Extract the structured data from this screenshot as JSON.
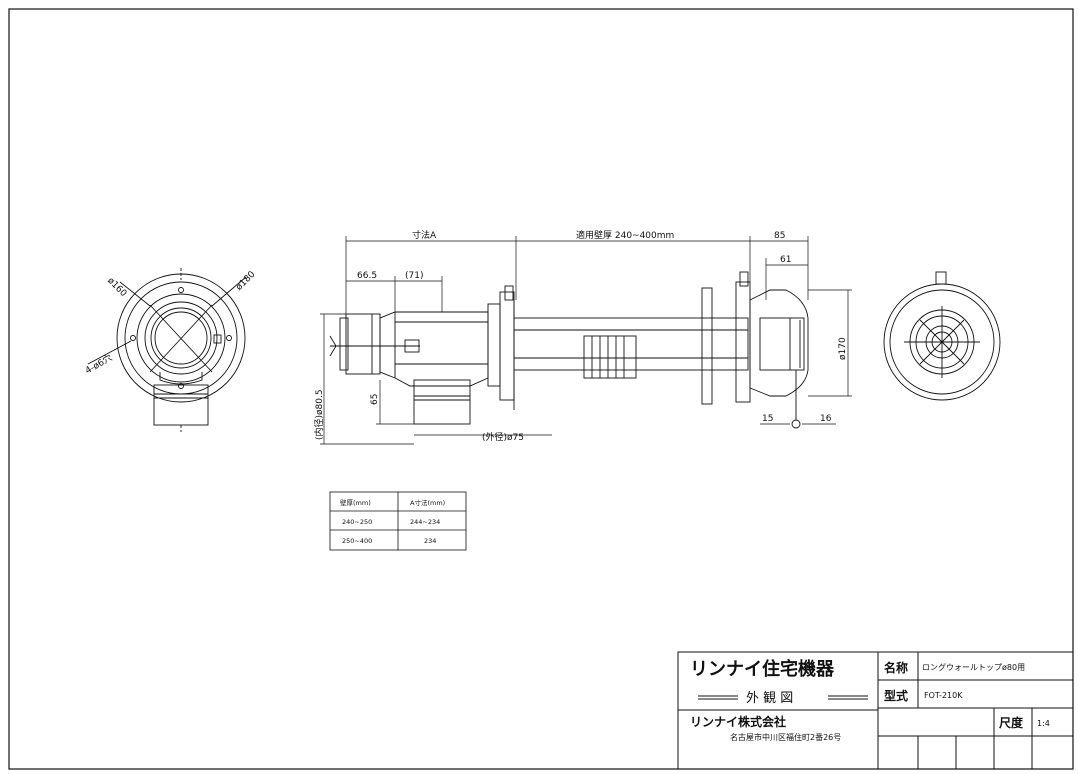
{
  "dimensions": {
    "phi160": "ø160",
    "phi180": "ø180",
    "holes": "4-ø6穴",
    "dim_a": "寸法A",
    "wall_range": "適用壁厚 240~400mm",
    "d85": "85",
    "d61": "61",
    "d66_5": "66.5",
    "d71": "(71)",
    "inner_dia": "(内径)ø80.5",
    "d65": "65",
    "outer_dia": "(外径)ø75",
    "phi170": "ø170",
    "d15": "15",
    "d16": "16"
  },
  "table": {
    "headers": [
      "壁厚(mm)",
      "A寸法(mm)"
    ],
    "rows": [
      [
        "240~250",
        "244~234"
      ],
      [
        "250~400",
        "234"
      ]
    ]
  },
  "title_block": {
    "company_logo": "リンナイ住宅機器",
    "drawing_type": "外 観 図",
    "maker_logo": "リンナイ株式会社",
    "address": "名古屋市中川区福住町2番26号",
    "name_label": "名称",
    "name_value": "ロングウォールトップø80用",
    "model_label": "型式",
    "model_value": "FOT-210K",
    "scale_label": "尺度",
    "scale_value": "1:4"
  }
}
